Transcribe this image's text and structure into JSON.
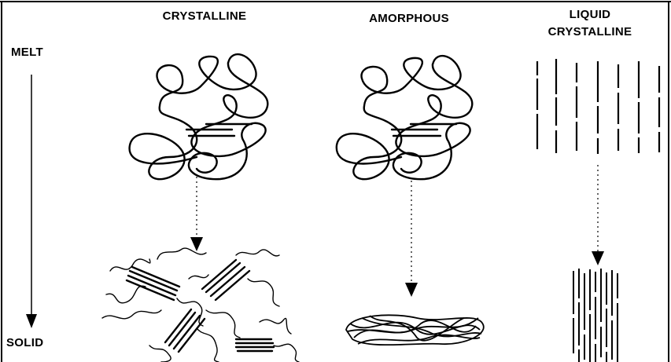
{
  "labels": {
    "crystalline": "CRYSTALLINE",
    "amorphous": "AMORPHOUS",
    "liquid_crystalline_line1": "LIQUID",
    "liquid_crystalline_line2": "CRYSTALLINE",
    "melt": "MELT",
    "solid": "SOLID"
  },
  "icons": {
    "melt_to_solid_arrow": "arrow-down-icon",
    "transition_arrows": "dotted-arrow-down-icon"
  },
  "colors": {
    "ink": "#000000",
    "background": "#ffffff"
  }
}
